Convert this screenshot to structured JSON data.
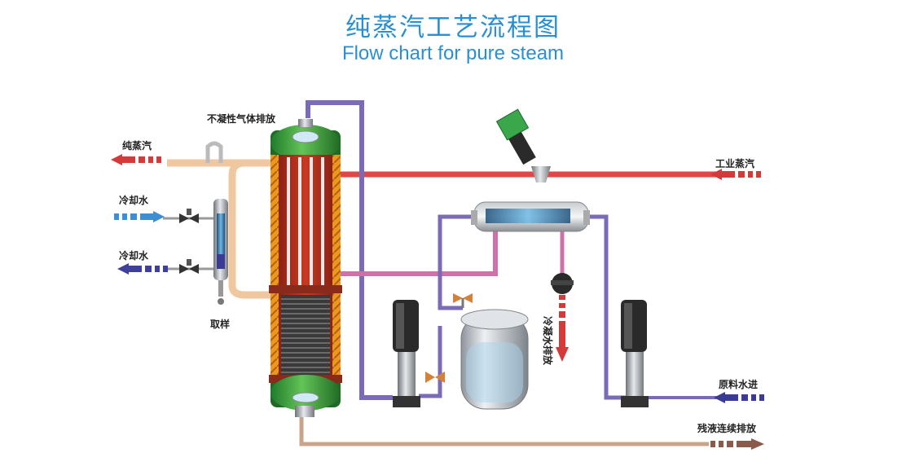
{
  "title_cn": "纯蒸汽工艺流程图",
  "title_en": "Flow chart for pure steam",
  "labels": {
    "non_condensable": "不凝性气体排放",
    "pure_steam": "纯蒸汽",
    "cooling_water_in": "冷却水",
    "cooling_water_out": "冷却水",
    "sampling": "取样",
    "industrial_steam": "工业蒸汽",
    "condensate_drain": "冷凝水排放",
    "feed_water_in": "原料水进",
    "residual_drain": "残液连续排放"
  },
  "colors": {
    "title": "#2a8fd0",
    "steam_red": "#d43a3a",
    "cooling_blue": "#3b8fd6",
    "cooling_navy": "#3f3f9c",
    "feed_navy": "#3b3b95",
    "drain_brown": "#8a5a4a",
    "pipe_purple": "#6a5aa8",
    "pipe_pink": "#c06aa0",
    "pipe_tan": "#f0c8a0"
  }
}
